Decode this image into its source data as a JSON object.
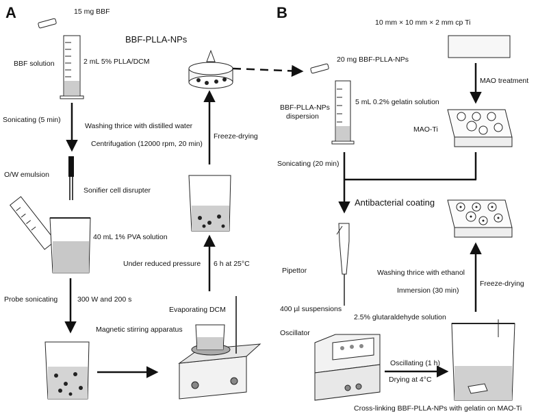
{
  "panel_a": {
    "letter": "A",
    "bbf_amount": "15 mg BBF",
    "bbf_solution": "BBF solution",
    "plla_dcm": "2 mL 5% PLLA/DCM",
    "sonicating": "Sonicating (5 min)",
    "ow_emulsion": "O/W emulsion",
    "sonifier": "Sonifier cell disrupter",
    "pva_solution": "40 mL 1% PVA solution",
    "probe_sonicating": "Probe sonicating",
    "power_time": "300 W and 200 s",
    "evaporating": "Evaporating DCM",
    "magnetic_stirring": "Magnetic stirring apparatus",
    "reduced_pressure": "Under reduced pressure",
    "temp_time": "6 h at 25°C",
    "washing_water": "Washing thrice with distilled water",
    "centrifugation": "Centrifugation (12000 rpm, 20 min)",
    "freeze_drying": "Freeze-drying",
    "product": "BBF-PLLA-NPs"
  },
  "panel_b": {
    "letter": "B",
    "nps_amount": "20 mg BBF-PLLA-NPs",
    "dispersion_line1": "BBF-PLLA-NPs",
    "dispersion_line2": "dispersion",
    "gelatin": "5 mL 0.2% gelatin solution",
    "ti_size": "10 mm × 10 mm × 2 mm cp Ti",
    "mao_treatment": "MAO treatment",
    "mao_ti": "MAO-Ti",
    "sonicating": "Sonicating (20 min)",
    "antibacterial": "Antibacterial coating",
    "pipettor": "Pipettor",
    "suspensions": "400 µl suspensions",
    "washing_ethanol": "Washing thrice with ethanol",
    "immersion": "Immersion (30 min)",
    "freeze_drying": "Freeze-drying",
    "glutaraldehyde": "2.5% glutaraldehyde solution",
    "oscillator": "Oscillator",
    "oscillating": "Oscillating (1 h)",
    "drying": "Drying at 4°C",
    "crosslinking": "Cross-linking BBF-PLLA-NPs with gelatin on MAO-Ti"
  }
}
